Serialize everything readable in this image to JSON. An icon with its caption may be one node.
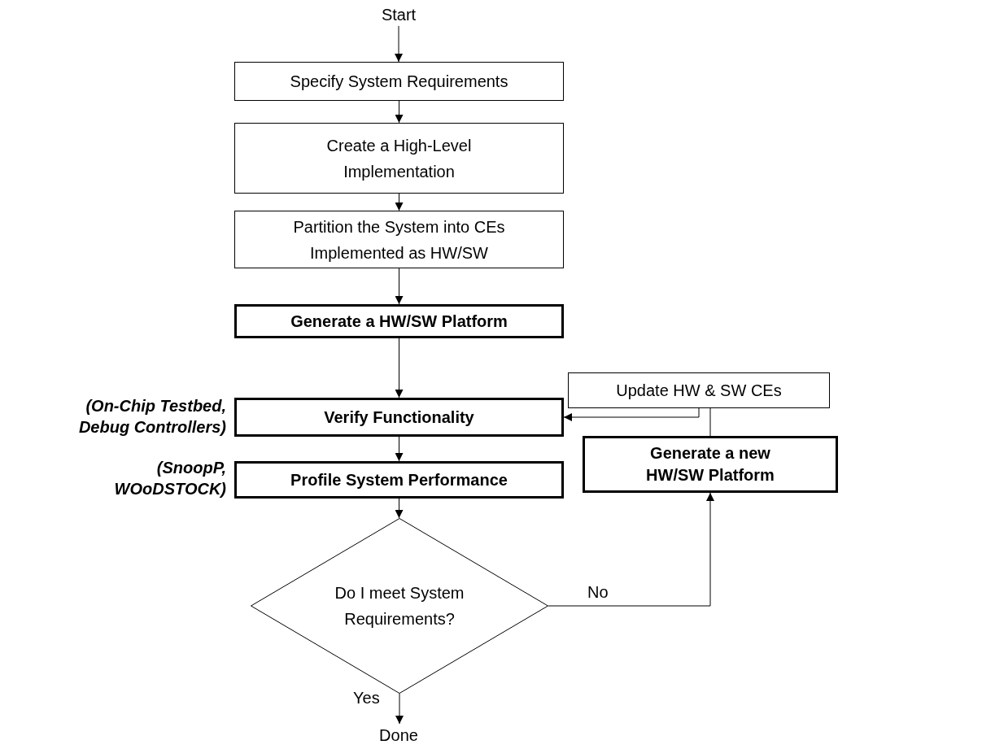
{
  "diagram": {
    "nodes": [
      {
        "text": [
          "Start"
        ]
      },
      {
        "text": [
          "Specify System Requirements"
        ]
      },
      {
        "text": [
          "Create a High-Level Implementation"
        ]
      },
      {
        "text": [
          "Partition the System into CEs Implemented as HW/SW"
        ]
      },
      {
        "text": [
          "Generate a HW/SW Platform"
        ]
      },
      {
        "text": [
          "Verify Functionality"
        ],
        "beside": [
          "(On-Chip Testbed, Debug Controllers)"
        ]
      },
      {
        "text": [
          "Profile System Performance"
        ],
        "beside": [
          "(SnoopP, WOoDSTOCK)"
        ]
      },
      {
        "text": [
          "Do I meet System Requirements?"
        ]
      },
      {
        "text": [
          "Generate a new HW/SW Platform"
        ]
      },
      {
        "text": [
          "Update HW & SW CEs"
        ]
      },
      {
        "text": [
          "Done"
        ]
      }
    ],
    "edges": [
      {
        "from": 0,
        "to": 1,
        "arrow": "to"
      },
      {
        "from": 1,
        "to": 2,
        "arrow": "to"
      },
      {
        "from": 2,
        "to": 3,
        "arrow": "to"
      },
      {
        "from": 3,
        "to": 4,
        "arrow": "to"
      },
      {
        "from": 4,
        "to": 5,
        "arrow": "to"
      },
      {
        "from": 5,
        "to": 6,
        "arrow": "to"
      },
      {
        "from": 6,
        "to": 7,
        "arrow": "to"
      },
      {
        "from": 7,
        "to": 8,
        "label": "No",
        "arrow": "to"
      },
      {
        "from": 8,
        "to": 9,
        "arrow": "to"
      },
      {
        "from": 9,
        "to": 5,
        "arrow": "to"
      },
      {
        "from": 7,
        "to": 10,
        "label": "Yes",
        "arrow": "to"
      }
    ]
  }
}
